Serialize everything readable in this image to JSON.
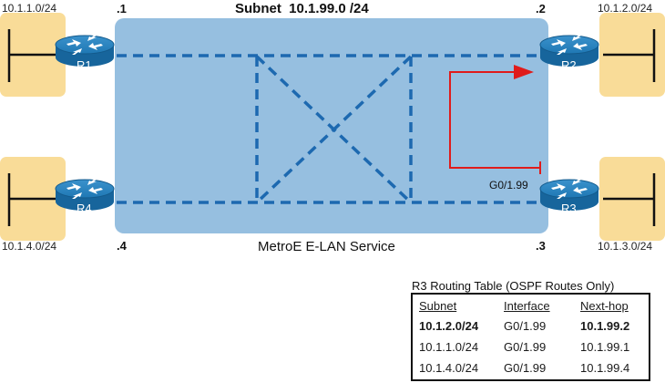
{
  "diagram": {
    "title": "Subnet  10.1.99.0 /24",
    "service_label": "MetroE E-LAN Service",
    "hosts": {
      "r1": ".1",
      "r2": ".2",
      "r3": ".3",
      "r4": ".4"
    },
    "lan_subnets": {
      "r1": "10.1.1.0/24",
      "r2": "10.1.2.0/24",
      "r3": "10.1.3.0/24",
      "r4": "10.1.4.0/24"
    },
    "routers": {
      "r1": "R1",
      "r2": "R2",
      "r3": "R3",
      "r4": "R4"
    },
    "interface_label": "G0/1.99",
    "colors": {
      "cloud": "#96bfe0",
      "router": "#1f78b4",
      "lan": "#f9dc98",
      "link": "#1d69b0",
      "forward_path": "#e01b1b"
    }
  },
  "routing_table": {
    "title": "R3 Routing Table (OSPF Routes Only)",
    "headers": [
      "Subnet",
      "Interface",
      "Next-hop"
    ],
    "rows": [
      [
        "10.1.2.0/24",
        "G0/1.99",
        "10.1.99.2"
      ],
      [
        "10.1.1.0/24",
        "G0/1.99",
        "10.1.99.1"
      ],
      [
        "10.1.4.0/24",
        "G0/1.99",
        "10.1.99.4"
      ]
    ],
    "highlighted_row": 0
  }
}
